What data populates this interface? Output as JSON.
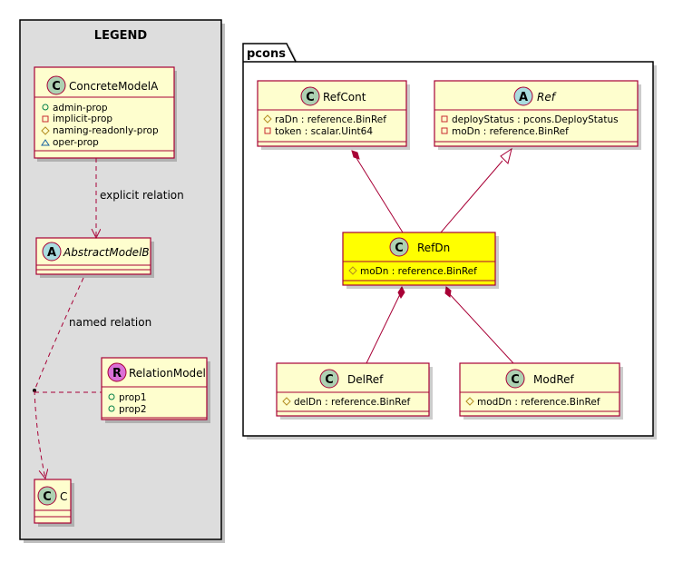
{
  "legend": {
    "title": "LEGEND",
    "concrete_model": {
      "stereotype": "C",
      "name": "ConcreteModelA",
      "attributes": [
        {
          "visibility": "public",
          "name": "admin-prop"
        },
        {
          "visibility": "private",
          "name": "implicit-prop"
        },
        {
          "visibility": "protected",
          "name": "naming-readonly-prop"
        },
        {
          "visibility": "package",
          "name": "oper-prop"
        }
      ]
    },
    "abstract_model": {
      "stereotype": "A",
      "name": "AbstractModelB"
    },
    "relation_model": {
      "stereotype": "R",
      "name": "RelationModel",
      "attributes": [
        {
          "visibility": "public",
          "name": "prop1"
        },
        {
          "visibility": "public",
          "name": "prop2"
        }
      ]
    },
    "class_c": {
      "stereotype": "C",
      "name": "C"
    },
    "explicit_relation_label": "explicit relation",
    "named_relation_label": "named relation"
  },
  "package": {
    "name": "pcons",
    "classes": {
      "refcont": {
        "stereotype": "C",
        "name": "RefCont",
        "attributes": [
          {
            "visibility": "protected",
            "name": "raDn : reference.BinRef"
          },
          {
            "visibility": "private",
            "name": "token : scalar.Uint64"
          }
        ]
      },
      "ref": {
        "stereotype": "A",
        "name": "Ref",
        "attributes": [
          {
            "visibility": "private",
            "name": "deployStatus : pcons.DeployStatus"
          },
          {
            "visibility": "private",
            "name": "moDn : reference.BinRef"
          }
        ]
      },
      "refdn": {
        "stereotype": "C",
        "name": "RefDn",
        "attributes": [
          {
            "visibility": "protected",
            "name": "moDn : reference.BinRef"
          }
        ]
      },
      "delref": {
        "stereotype": "C",
        "name": "DelRef",
        "attributes": [
          {
            "visibility": "protected",
            "name": "delDn : reference.BinRef"
          }
        ]
      },
      "modref": {
        "stereotype": "C",
        "name": "ModRef",
        "attributes": [
          {
            "visibility": "protected",
            "name": "modDn : reference.BinRef"
          }
        ]
      }
    }
  },
  "colors": {
    "class_fill": "#FEFECE",
    "class_border": "#A80036",
    "highlight_fill": "#FFFF00",
    "legend_bg": "#DDDDDD",
    "circle_c": "#ADD1B2",
    "circle_a": "#A9DCDF",
    "circle_r": "#DA70D6",
    "composition": "#A80036"
  }
}
